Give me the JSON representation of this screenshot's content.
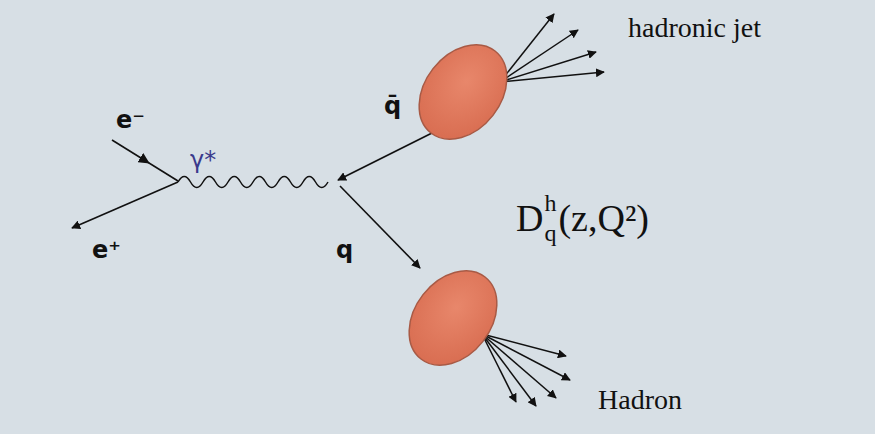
{
  "diagram": {
    "labels": [
      "e⁻",
      "e⁺",
      "γ*",
      "q̄",
      "q",
      "hadronic jet",
      "D",
      "h",
      "q",
      "(z,Q²)",
      "Hadron"
    ]
  }
}
